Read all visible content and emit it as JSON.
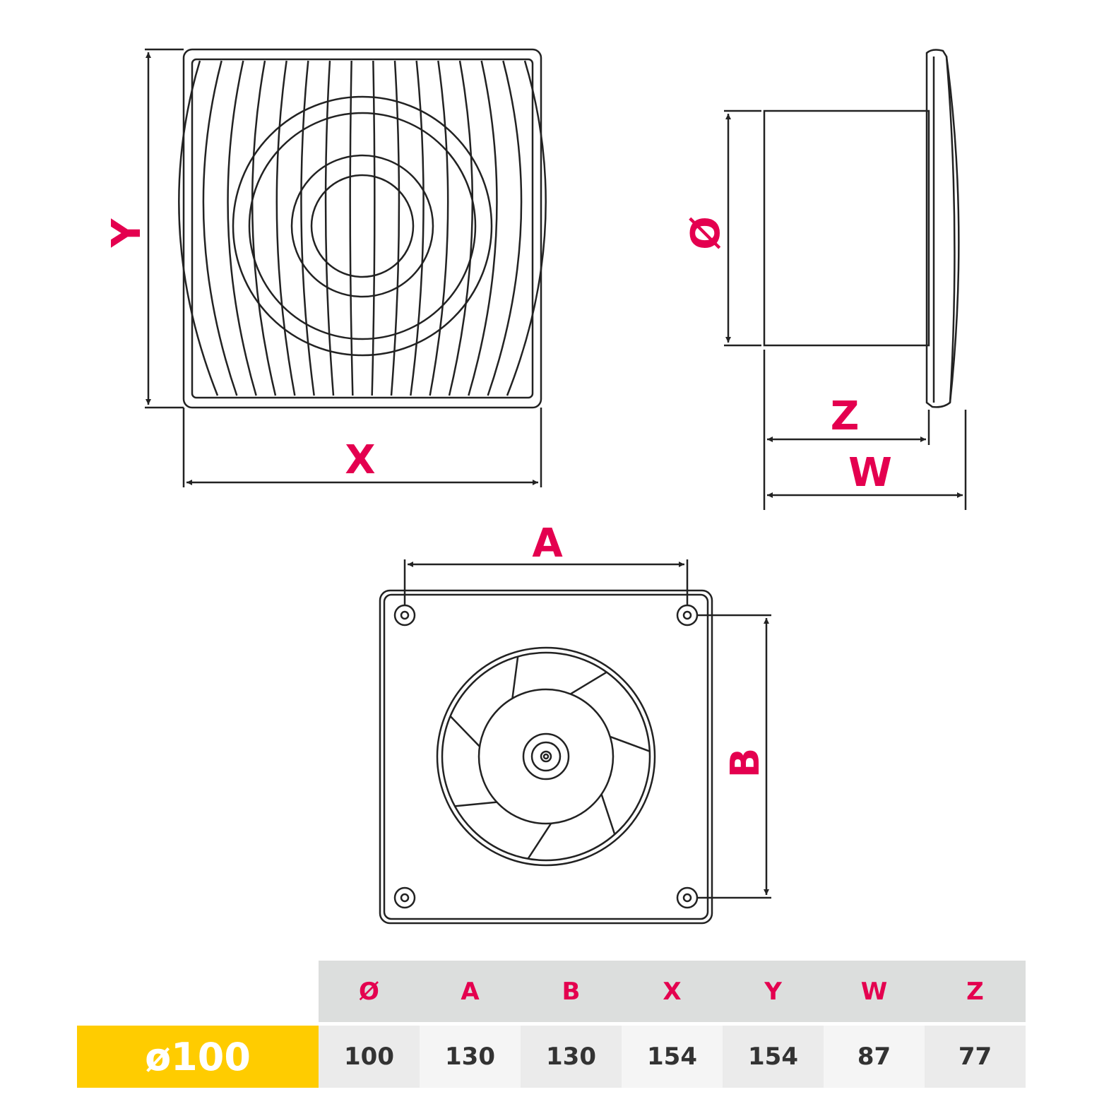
{
  "labels": {
    "x": "X",
    "y": "Y",
    "diameter": "Ø",
    "z": "Z",
    "w": "W",
    "a": "A",
    "b": "B"
  },
  "colors": {
    "accent": "#e4004f",
    "size_badge": "#ffcc00",
    "header_bg": "#dcdedd"
  },
  "table": {
    "headers": [
      "Ø",
      "A",
      "B",
      "X",
      "Y",
      "W",
      "Z"
    ],
    "size_label": "ø100",
    "values": [
      "100",
      "130",
      "130",
      "154",
      "154",
      "87",
      "77"
    ]
  }
}
